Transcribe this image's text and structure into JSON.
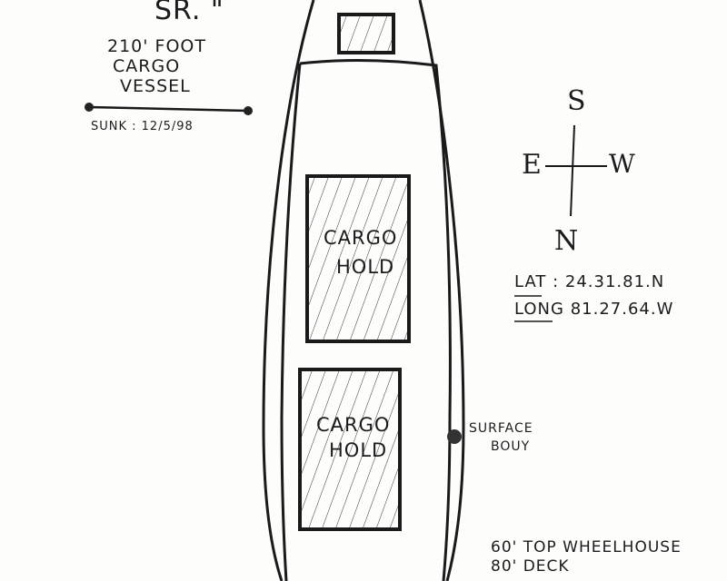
{
  "title": {
    "name_suffix": "SR. \"",
    "length": "210' FOOT",
    "type_line1": "CARGO",
    "type_line2": "VESSEL",
    "sunk": "SUNK : 12/5/98"
  },
  "compass": {
    "north": "N",
    "south": "S",
    "east": "E",
    "west": "W"
  },
  "coordinates": {
    "lat": "LAT : 24.31.81.N",
    "long": "LONG 81.27.64.W"
  },
  "holds": [
    {
      "line1": "CARGO",
      "line2": "HOLD"
    },
    {
      "line1": "CARGO",
      "line2": "HOLD"
    }
  ],
  "buoy": {
    "line1": "SURFACE",
    "line2": "BOUY"
  },
  "depths": [
    "60' TOP WHEELHOUSE",
    "80' DECK"
  ]
}
